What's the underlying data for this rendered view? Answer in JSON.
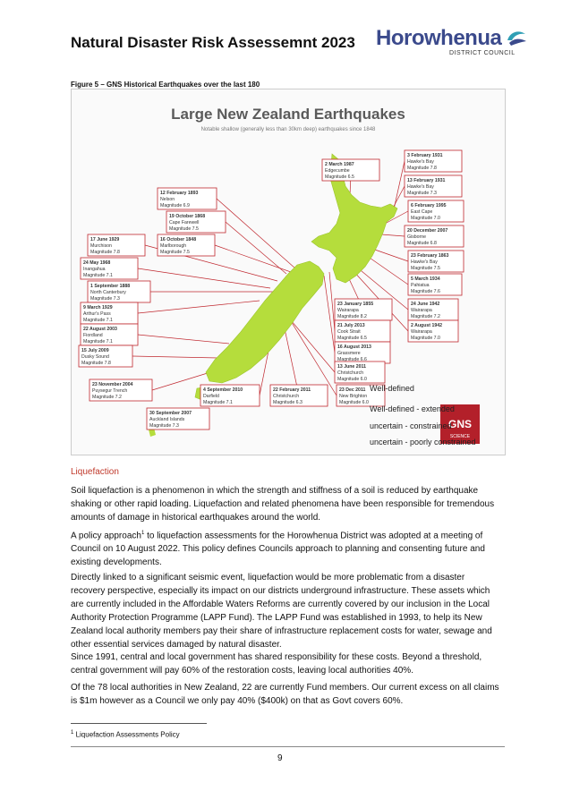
{
  "header": {
    "title": "Natural Disaster Risk Assessemnt 2023",
    "logo_word": "Horowhenua",
    "logo_sub": "DISTRICT COUNCIL"
  },
  "figure": {
    "caption": "Figure 5 – GNS Historical Earthquakes over the last 180",
    "map_title": "Large New Zealand Earthquakes",
    "map_subtitle": "Notable shallow (generally less than 30km deep) earthquakes since 1848",
    "quakes": [
      {
        "date": "3 February 1931",
        "place": "Hawke's Bay",
        "magnitude": "Magnitude 7.8"
      },
      {
        "date": "2 March 1987",
        "place": "Edgecumbe",
        "magnitude": "Magnitude 6.5"
      },
      {
        "date": "13 February 1931",
        "place": "Hawke's Bay",
        "magnitude": "Magnitude 7.3"
      },
      {
        "date": "12 February 1893",
        "place": "Nelson",
        "magnitude": "Magnitude 6.9"
      },
      {
        "date": "6 February 1995",
        "place": "East Cape",
        "magnitude": "Magnitude 7.0"
      },
      {
        "date": "19 October 1868",
        "place": "Cape Farewell",
        "magnitude": "Magnitude 7.5"
      },
      {
        "date": "20 December 2007",
        "place": "Gisborne",
        "magnitude": "Magnitude 6.8"
      },
      {
        "date": "17 June 1929",
        "place": "Murchison",
        "magnitude": "Magnitude 7.8"
      },
      {
        "date": "16 October 1848",
        "place": "Marlborough",
        "magnitude": "Magnitude 7.5"
      },
      {
        "date": "23 February 1863",
        "place": "Hawke's Bay",
        "magnitude": "Magnitude 7.5"
      },
      {
        "date": "24 May 1968",
        "place": "Inangahua",
        "magnitude": "Magnitude 7.1"
      },
      {
        "date": "5 March 1934",
        "place": "Pahiatua",
        "magnitude": "Magnitude 7.6"
      },
      {
        "date": "1 September 1888",
        "place": "North Canterbury",
        "magnitude": "Magnitude 7.3"
      },
      {
        "date": "23 January 1855",
        "place": "Wairarapa",
        "magnitude": "Magnitude 8.2"
      },
      {
        "date": "24 June 1942",
        "place": "Wairarapa",
        "magnitude": "Magnitude 7.2"
      },
      {
        "date": "9 March 1929",
        "place": "Arthur's Pass",
        "magnitude": "Magnitude 7.1"
      },
      {
        "date": "21 July 2013",
        "place": "Cook Strait",
        "magnitude": "Magnitude 6.5"
      },
      {
        "date": "2 August 1942",
        "place": "Wairarapa",
        "magnitude": "Magnitude 7.0"
      },
      {
        "date": "22 August 2003",
        "place": "Fiordland",
        "magnitude": "Magnitude 7.1"
      },
      {
        "date": "16 August 2013",
        "place": "Grassmere",
        "magnitude": "Magnitude 6.6"
      },
      {
        "date": "15 July 2009",
        "place": "Dusky Sound",
        "magnitude": "Magnitude 7.8"
      },
      {
        "date": "13 June 2011",
        "place": "Christchurch",
        "magnitude": "Magnitude 6.0"
      },
      {
        "date": "23 November 2004",
        "place": "Puysegur Trench",
        "magnitude": "Magnitude 7.2"
      },
      {
        "date": "4 September 2010",
        "place": "Darfield",
        "magnitude": "Magnitude 7.1"
      },
      {
        "date": "22 February 2011",
        "place": "Christchurch",
        "magnitude": "Magnitude 6.3"
      },
      {
        "date": "23 Dec 2011",
        "place": "New Brighton",
        "magnitude": "Magnitude 6.0"
      },
      {
        "date": "30 September 2007",
        "place": "Auckland Islands",
        "magnitude": "Magnitude 7.3"
      }
    ],
    "legend": [
      "Well-defined",
      "Well-defined - extended",
      "uncertain - constrained",
      "uncertain - poorly constrained"
    ],
    "gns_logo": "GNS",
    "gns_sub": "SCIENCE"
  },
  "body": {
    "heading": "Liquefaction",
    "p1": "Soil liquefaction is a phenomenon in which the strength and stiffness of a soil is reduced by earthquake shaking or other rapid loading. Liquefaction and related phenomena have been responsible for tremendous amounts of damage in historical earthquakes around the world.",
    "p2a": "A policy approach",
    "p2_sup": "1",
    "p2b": " to liquefaction assessments for the Horowhenua District was adopted at a meeting of Council on 10 August 2022. This policy defines Councils approach to planning and consenting future and existing developments.",
    "p3": "Directly linked to a significant seismic event, liquefaction would be more problematic from a disaster recovery perspective, especially its impact on our districts underground infrastructure. These assets which are currently included in the Affordable Waters Reforms are currently covered by our inclusion in the Local Authority Protection Programme (LAPP Fund). The LAPP Fund was established in 1993, to help its New Zealand local authority members pay their share of infrastructure replacement costs for water, sewage and other essential services damaged by natural disaster.",
    "p4": "Since 1991, central and local government has shared responsibility for these costs. Beyond a threshold, central government will pay 60% of the restoration costs, leaving local authorities 40%.",
    "p5": "Of the 78 local authorities in New Zealand, 22 are currently Fund members. Our current excess on all claims is $1m however as a Council we only pay 40% ($400k) on that as Govt covers 60%."
  },
  "footnote": {
    "mark": "1",
    "text": "Liquefaction Assessments Policy"
  },
  "page_number": "9",
  "colors": {
    "accent_red": "#c0392b",
    "land": "#b5dd3c",
    "box_border": "#c0282f",
    "brand_blue": "#3b4a8c",
    "brand_teal": "#2f9fb5"
  }
}
